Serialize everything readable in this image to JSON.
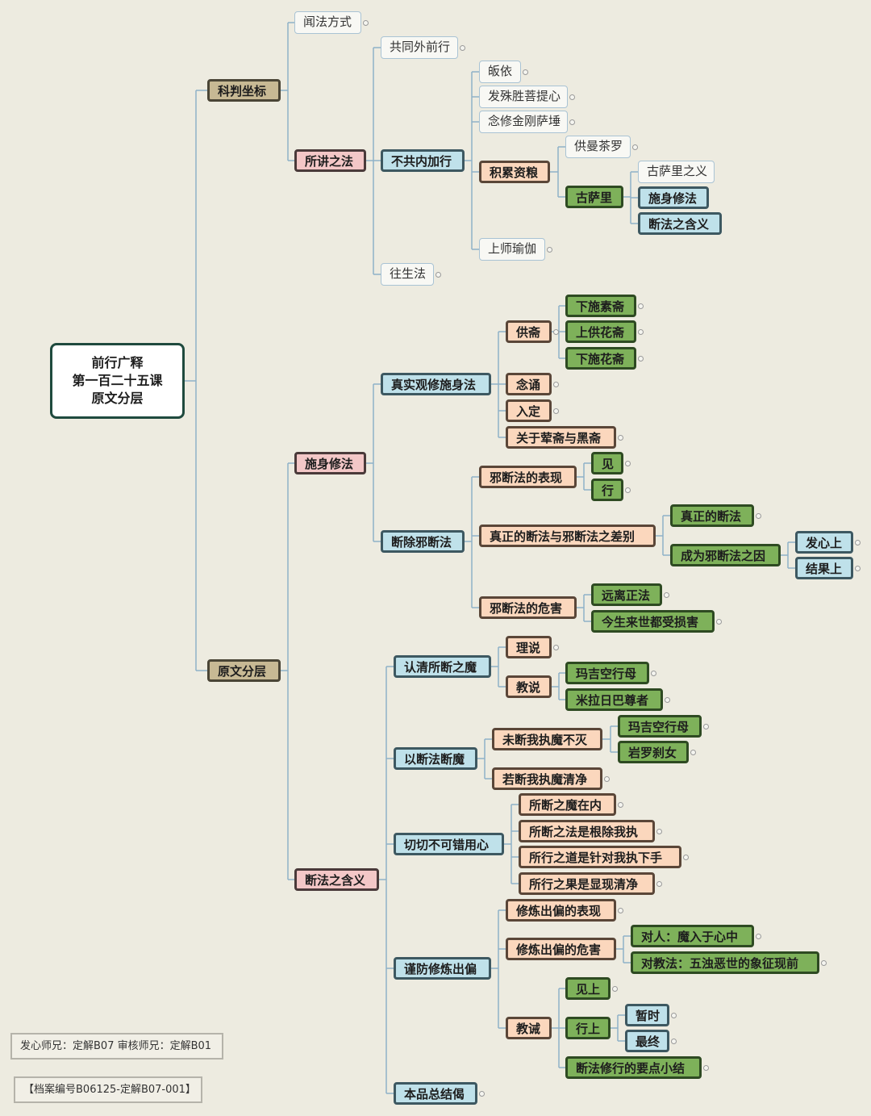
{
  "colors": {
    "line": "#8fb1c8",
    "brown": "#c7b994",
    "pink": "#f3c7c7",
    "blue": "#bfe1ea",
    "peach": "#fbd7bd",
    "green": "#7eb15a",
    "white": "#f8f8f4"
  },
  "root": {
    "lines": [
      "前行广释",
      "第一百二十五课",
      "原文分层"
    ]
  },
  "credits": {
    "line1": "发心师兄：定解B07  审核师兄：定解B01",
    "line2": "【档案编号B06125-定解B07-001】"
  },
  "nodes": [
    {
      "id": "kp",
      "text": "科判坐标"
    },
    {
      "id": "ywfc",
      "text": "原文分层"
    },
    {
      "id": "wffs",
      "text": "闻法方式"
    },
    {
      "id": "sjzf",
      "text": "所讲之法"
    },
    {
      "id": "gtwqx",
      "text": "共同外前行"
    },
    {
      "id": "bgnjx",
      "text": "不共内加行"
    },
    {
      "id": "wsf",
      "text": "往生法"
    },
    {
      "id": "gy",
      "text": "皈依"
    },
    {
      "id": "fsspt",
      "text": "发殊胜菩提心"
    },
    {
      "id": "xxjg",
      "text": "念修金刚萨埵"
    },
    {
      "id": "jlzl",
      "text": "积累资粮"
    },
    {
      "id": "gmcl",
      "text": "供曼茶罗"
    },
    {
      "id": "gsl",
      "text": "古萨里"
    },
    {
      "id": "gslzy",
      "text": "古萨里之义"
    },
    {
      "id": "ssxf1",
      "text": "施身修法"
    },
    {
      "id": "dfzhy1",
      "text": "断法之含义"
    },
    {
      "id": "ssyj",
      "text": "上师瑜伽"
    },
    {
      "id": "ssxf",
      "text": "施身修法"
    },
    {
      "id": "zsgxssf",
      "text": "真实观修施身法"
    },
    {
      "id": "gz",
      "text": "供斋"
    },
    {
      "id": "xssz",
      "text": "下施素斋"
    },
    {
      "id": "sghz",
      "text": "上供花斋"
    },
    {
      "id": "xshz",
      "text": "下施花斋"
    },
    {
      "id": "ns",
      "text": "念诵"
    },
    {
      "id": "rd",
      "text": "入定"
    },
    {
      "id": "ghzyhz",
      "text": "关于荤斋与黑斋"
    },
    {
      "id": "ccxdf",
      "text": "断除邪断法"
    },
    {
      "id": "xdfdbx",
      "text": "邪断法的表现"
    },
    {
      "id": "jian",
      "text": "见"
    },
    {
      "id": "xing",
      "text": "行"
    },
    {
      "id": "zzdf",
      "text": "真正的断法与邪断法之差别"
    },
    {
      "id": "zzddf",
      "text": "真正的断法"
    },
    {
      "id": "cwxdfzy",
      "text": "成为邪断法之因"
    },
    {
      "id": "fxs",
      "text": "发心上"
    },
    {
      "id": "jgs",
      "text": "结果上"
    },
    {
      "id": "xdfdwh",
      "text": "邪断法的危害"
    },
    {
      "id": "ylzf",
      "text": "远离正法"
    },
    {
      "id": "jslsdss",
      "text": "今生来世都受损害"
    },
    {
      "id": "dfzhy",
      "text": "断法之含义"
    },
    {
      "id": "rqsdzm",
      "text": "认清所断之魔"
    },
    {
      "id": "ls",
      "text": "理说"
    },
    {
      "id": "js",
      "text": "教说"
    },
    {
      "id": "mjkxm1",
      "text": "玛吉空行母"
    },
    {
      "id": "mlrbzz",
      "text": "米拉日巴尊者"
    },
    {
      "id": "ydfdm",
      "text": "以断法断魔"
    },
    {
      "id": "wdwzmbm",
      "text": "未断我执魔不灭"
    },
    {
      "id": "mjkxm2",
      "text": "玛吉空行母"
    },
    {
      "id": "ylsn",
      "text": "岩罗刹女"
    },
    {
      "id": "rdwzmqj",
      "text": "若断我执魔清净"
    },
    {
      "id": "qqbkcyx",
      "text": "切切不可错用心"
    },
    {
      "id": "sdzmzn",
      "text": "所断之魔在内"
    },
    {
      "id": "sdzfsgc",
      "text": "所断之法是根除我执"
    },
    {
      "id": "sxzdszd",
      "text": "所行之道是针对我执下手"
    },
    {
      "id": "sxzgsxqj",
      "text": "所行之果是显现清净"
    },
    {
      "id": "jfxlcp",
      "text": "谨防修炼出偏"
    },
    {
      "id": "xlcpdbx",
      "text": "修炼出偏的表现"
    },
    {
      "id": "xlcpdwh",
      "text": "修炼出偏的危害"
    },
    {
      "id": "dr",
      "text": "对人：魔入于心中"
    },
    {
      "id": "djf",
      "text": "对教法：五浊恶世的象征现前"
    },
    {
      "id": "jj",
      "text": "教诫"
    },
    {
      "id": "jsh",
      "text": "见上"
    },
    {
      "id": "xsh",
      "text": "行上"
    },
    {
      "id": "zs",
      "text": "暂时"
    },
    {
      "id": "zj",
      "text": "最终"
    },
    {
      "id": "dfxxdydxj",
      "text": "断法修行的要点小结"
    },
    {
      "id": "bpzjj",
      "text": "本品总结偈"
    }
  ]
}
